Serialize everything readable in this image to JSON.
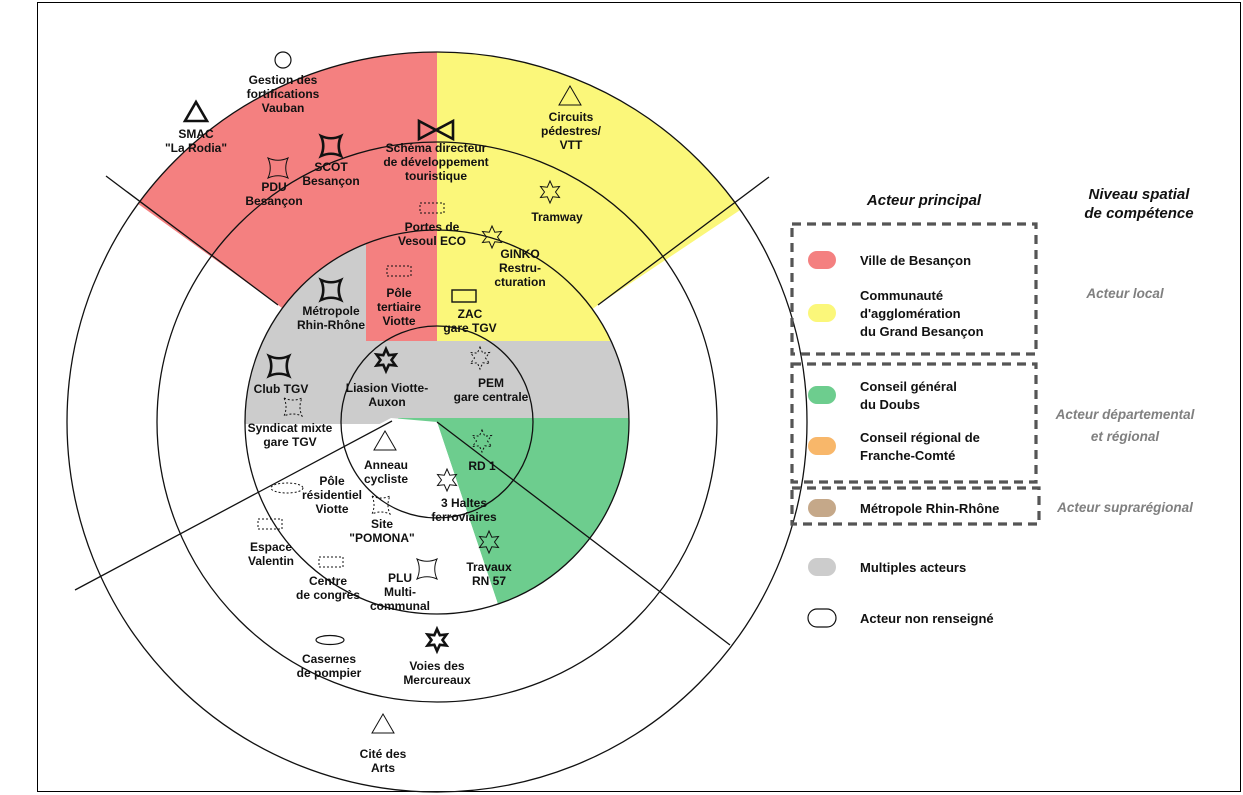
{
  "colors": {
    "ville": "#f48080",
    "agglo": "#fbf77a",
    "cg": "#6dcd8e",
    "cr": "#f8b76a",
    "metropole": "#c5a889",
    "multiple": "#cccccc",
    "none": "#ffffff"
  },
  "legend": {
    "header_actor": "Acteur principal",
    "header_level": [
      "Niveau spatial",
      "de compétence"
    ],
    "items": [
      {
        "color": "ville",
        "lines": [
          "Ville de Besançon"
        ]
      },
      {
        "color": "agglo",
        "lines": [
          "Communauté",
          "d'agglomération",
          "du Grand Besançon"
        ]
      },
      {
        "color": "cg",
        "lines": [
          "Conseil général",
          "du Doubs"
        ]
      },
      {
        "color": "cr",
        "lines": [
          "Conseil régional de",
          "Franche-Comté"
        ]
      },
      {
        "color": "metropole",
        "lines": [
          "Métropole Rhin-Rhône"
        ]
      },
      {
        "color": "multiple",
        "lines": [
          "Multiples acteurs"
        ]
      },
      {
        "color": "none",
        "lines": [
          "Acteur non renseigné"
        ]
      }
    ],
    "levels": [
      {
        "lines": [
          "Acteur local"
        ]
      },
      {
        "lines": [
          "Acteur départemental",
          "et régional"
        ]
      },
      {
        "lines": [
          "Acteur suprarégional"
        ]
      }
    ]
  },
  "projects": [
    {
      "id": "gestion-fortifications",
      "lines": [
        "Gestion des",
        "fortifications",
        "Vauban"
      ],
      "icon": "circle"
    },
    {
      "id": "smac-rodia",
      "lines": [
        "SMAC",
        "\"La Rodia\""
      ],
      "icon": "triangle-bold"
    },
    {
      "id": "scot-besancon",
      "lines": [
        "SCOT",
        "Besançon"
      ],
      "icon": "concave-bold"
    },
    {
      "id": "pdu-besancon",
      "lines": [
        "PDU",
        "Besançon"
      ],
      "icon": "concave"
    },
    {
      "id": "schema-directeur",
      "lines": [
        "Schéma directeur",
        "de développement",
        "touristique"
      ],
      "icon": "bowtie"
    },
    {
      "id": "circuits-pedestres",
      "lines": [
        "Circuits",
        "pédestres/",
        "VTT"
      ],
      "icon": "triangle"
    },
    {
      "id": "tramway",
      "lines": [
        "Tramway"
      ],
      "icon": "star"
    },
    {
      "id": "portes-vesoul",
      "lines": [
        "Portes de",
        "Vesoul ECO"
      ],
      "icon": "rect-dashed"
    },
    {
      "id": "ginko",
      "lines": [
        "GINKO",
        "Restru-",
        "cturation"
      ],
      "icon": "star"
    },
    {
      "id": "metropole-rr",
      "lines": [
        "Métropole",
        "Rhin-Rhône"
      ],
      "icon": "concave-bold"
    },
    {
      "id": "pole-tertiaire",
      "lines": [
        "Pôle",
        "tertiaire",
        "Viotte"
      ],
      "icon": "rect-dashed"
    },
    {
      "id": "zac-gare",
      "lines": [
        "ZAC",
        "gare TGV"
      ],
      "icon": "rect"
    },
    {
      "id": "club-tgv",
      "lines": [
        "Club TGV"
      ],
      "icon": "concave-bold"
    },
    {
      "id": "liaison-viotte",
      "lines": [
        "Liasion Viotte-",
        "Auxon"
      ],
      "icon": "star-bold"
    },
    {
      "id": "pem-gare",
      "lines": [
        "PEM",
        "gare centrale"
      ],
      "icon": "star-dashed"
    },
    {
      "id": "syndicat-mixte",
      "lines": [
        "Syndicat mixte",
        "gare TGV"
      ],
      "icon": "concave-dashed"
    },
    {
      "id": "rd1",
      "lines": [
        "RD 1"
      ],
      "icon": "star-dashed"
    },
    {
      "id": "anneau-cycliste",
      "lines": [
        "Anneau",
        "cycliste"
      ],
      "icon": "triangle"
    },
    {
      "id": "pole-residentiel",
      "lines": [
        "Pôle",
        "résidentiel",
        "Viotte"
      ],
      "icon": "ellipse-dashed"
    },
    {
      "id": "haltes-ferroviaires",
      "lines": [
        "3 Haltes",
        "ferroviaires"
      ],
      "icon": "star"
    },
    {
      "id": "site-pomona",
      "lines": [
        "Site",
        "\"POMONA\""
      ],
      "icon": "concave-dashed"
    },
    {
      "id": "espace-valentin",
      "lines": [
        "Espace",
        "Valentin"
      ],
      "icon": "rect-dashed"
    },
    {
      "id": "centre-congres",
      "lines": [
        "Centre",
        "de congrès"
      ],
      "icon": "rect-dashed"
    },
    {
      "id": "plu",
      "lines": [
        "PLU",
        "Multi-",
        "communal"
      ],
      "icon": "concave"
    },
    {
      "id": "travaux-rn57",
      "lines": [
        "Travaux",
        "RN 57"
      ],
      "icon": "star"
    },
    {
      "id": "casernes-pompier",
      "lines": [
        "Casernes",
        "de pompier"
      ],
      "icon": "ellipse"
    },
    {
      "id": "voies-mercureaux",
      "lines": [
        "Voies des",
        "Mercureaux"
      ],
      "icon": "star-bold"
    },
    {
      "id": "cite-arts",
      "lines": [
        "Cité des",
        "Arts"
      ],
      "icon": "triangle"
    }
  ]
}
